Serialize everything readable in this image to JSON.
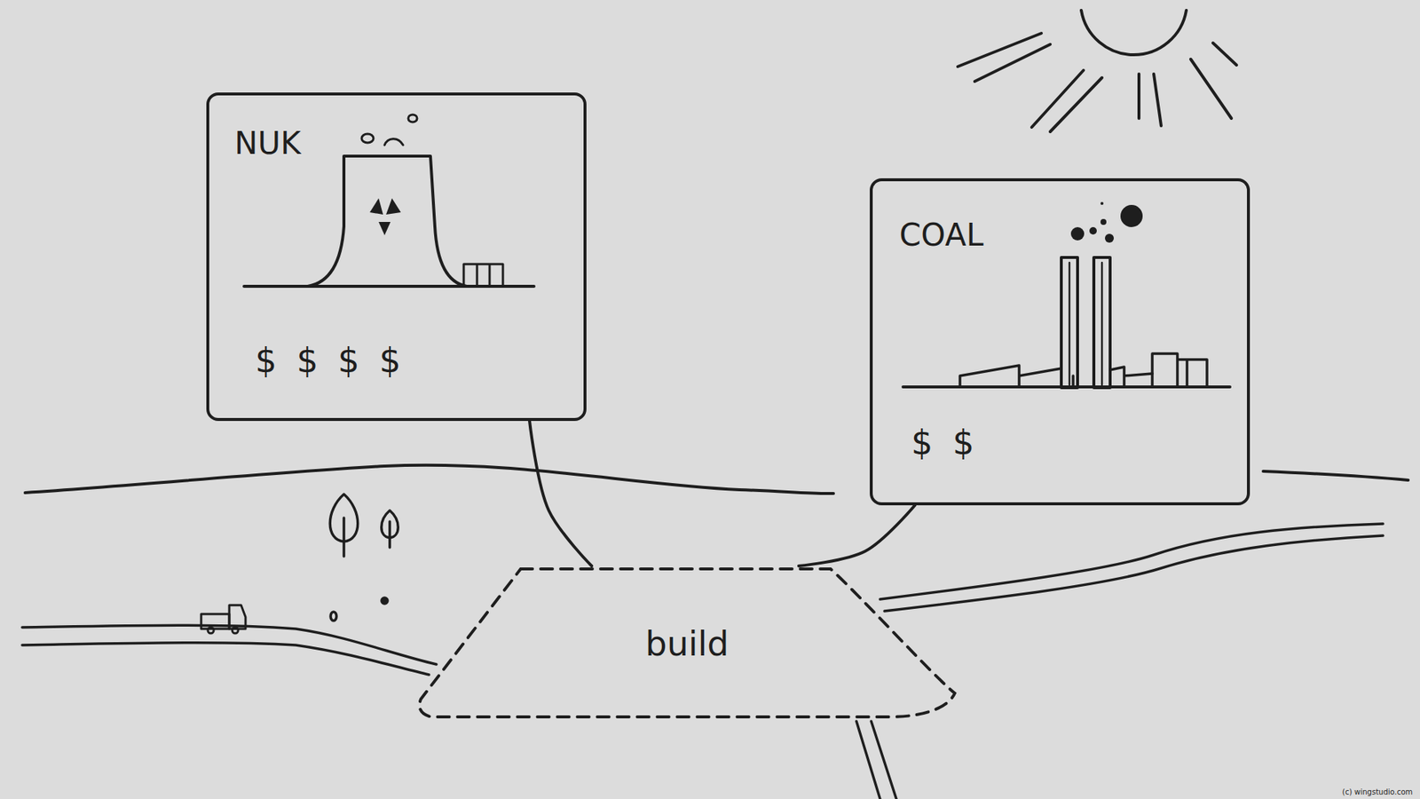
{
  "diagram": {
    "nodes": [
      {
        "text": [
          "NUK",
          "$ $ $ $"
        ]
      },
      {
        "text": [
          "COAL",
          "$ $"
        ]
      },
      {
        "text": [
          "build"
        ]
      }
    ],
    "edges": [
      {
        "from": 0,
        "to": 2,
        "arrow": "none"
      },
      {
        "from": 1,
        "to": 2,
        "arrow": "none"
      }
    ],
    "labels": [
      "(c) wingstudio.com"
    ]
  }
}
